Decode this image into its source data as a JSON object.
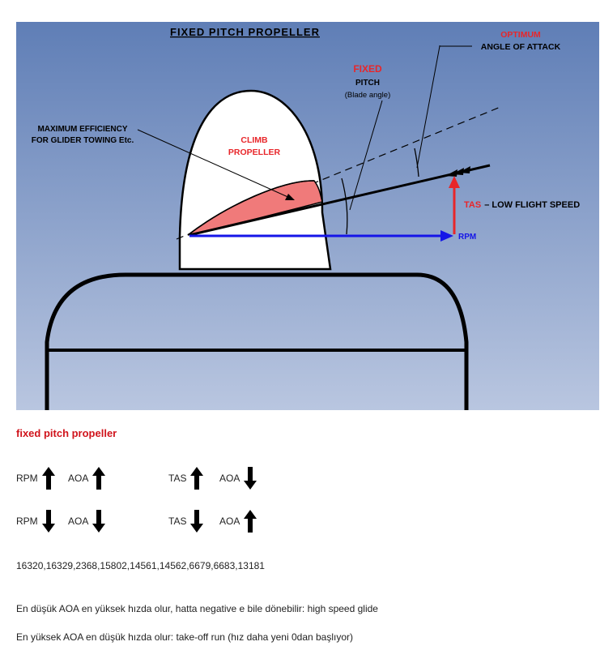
{
  "diagram": {
    "title": "FIXED PITCH PROPELLER",
    "optimum": "OPTIMUM",
    "angle_of_attack": "ANGLE OF ATTACK",
    "fixed": "FIXED",
    "pitch": "PITCH",
    "blade_angle": "(Blade angle)",
    "max_eff_1": "MAXIMUM EFFICIENCY",
    "max_eff_2": "FOR GLIDER TOWING Etc.",
    "climb_1": "CLIMB",
    "climb_2": "PROPELLER",
    "tas": "TAS",
    "low_flight_speed": "– LOW FLIGHT SPEED",
    "rpm": "RPM",
    "colors": {
      "sky_top": "#5f7eb6",
      "sky_bottom": "#b9c6e0",
      "red": "#e8262a",
      "blue": "#1515e8",
      "blade": "#f07a7a"
    }
  },
  "notes": {
    "heading": "fixed pitch propeller",
    "rows": [
      [
        {
          "label": "RPM",
          "dir": "up"
        },
        {
          "label": "AOA",
          "dir": "up"
        },
        {
          "label": "TAS",
          "dir": "up"
        },
        {
          "label": "AOA",
          "dir": "down"
        }
      ],
      [
        {
          "label": "RPM",
          "dir": "down"
        },
        {
          "label": "AOA",
          "dir": "down"
        },
        {
          "label": "TAS",
          "dir": "down"
        },
        {
          "label": "AOA",
          "dir": "up"
        }
      ]
    ],
    "ids": "16320,16329,2368,15802,14561,14562,6679,6683,13181",
    "line1": "En düşük AOA en yüksek hızda olur, hatta negative e bile dönebilir: high speed glide",
    "line2": "En yüksek AOA en düşük hızda olur: take-off run (hız daha yeni 0dan başlıyor)"
  }
}
